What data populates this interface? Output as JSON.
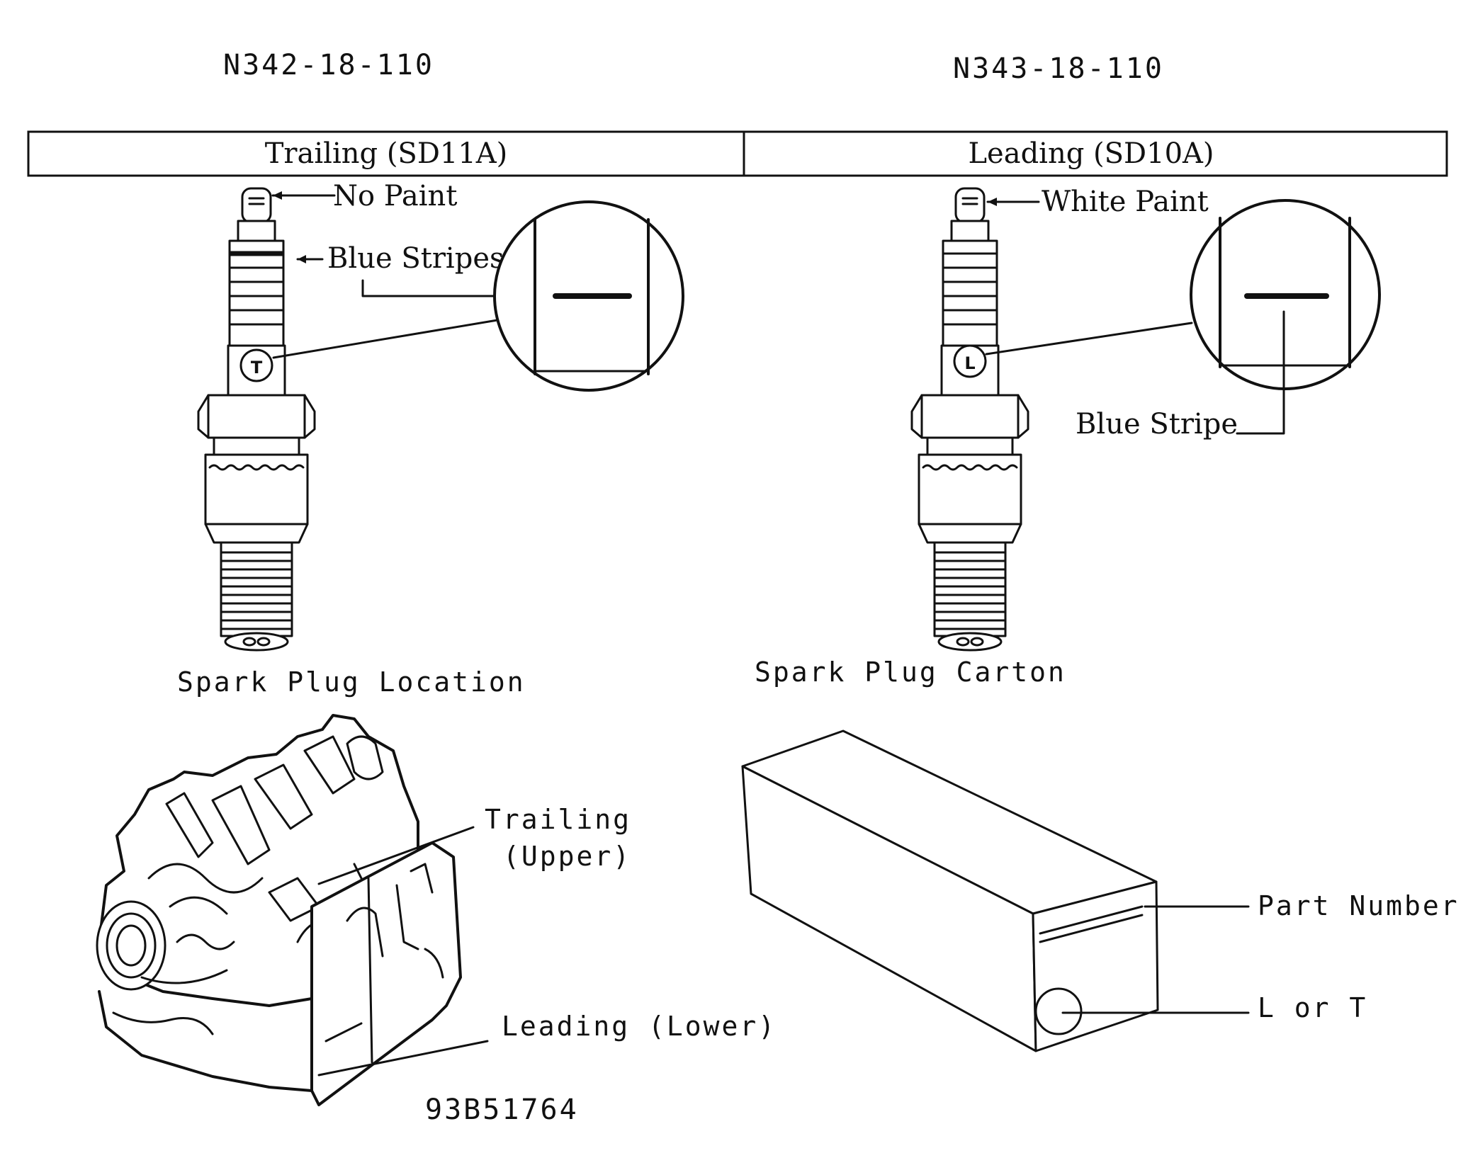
{
  "part_numbers": {
    "trailing": "N342-18-110",
    "leading": "N343-18-110"
  },
  "table_header": {
    "trailing": "Trailing (SD11A)",
    "leading": "Leading (SD10A)"
  },
  "trailing_plug": {
    "marker": "T",
    "callout_top": "No Paint",
    "callout_stripes": "Blue Stripes"
  },
  "leading_plug": {
    "marker": "L",
    "callout_top": "White Paint",
    "callout_stripe": "Blue Stripe"
  },
  "location": {
    "title": "Spark Plug Location",
    "trailing_line1": "Trailing",
    "trailing_line2": "(Upper)",
    "leading": "Leading (Lower)",
    "figure_code": "93B51764"
  },
  "carton": {
    "title": "Spark Plug Carton",
    "part_number": "Part Number",
    "l_or_t": "L or T"
  }
}
